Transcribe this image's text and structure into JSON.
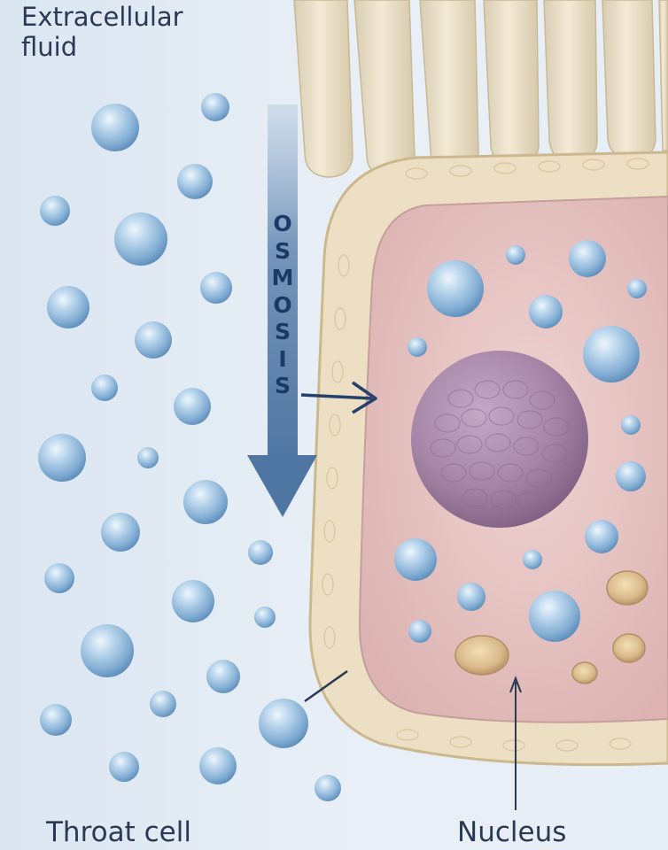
{
  "labels": {
    "extracellular_line1": "Extracellular",
    "extracellular_line2": "fluid",
    "throat_cell": "Throat cell",
    "nucleus": "Nucleus",
    "osmosis": [
      "O",
      "S",
      "M",
      "O",
      "S",
      "I",
      "S"
    ]
  },
  "colors": {
    "background": "#e3ebf4",
    "arrow": "#5b7fa6",
    "membrane": "#eadcbf",
    "cytoplasm": "#e9c9c8",
    "nucleus": "#a989a9",
    "droplet": "#8fb7d9",
    "label_text": "#2a3a55"
  }
}
